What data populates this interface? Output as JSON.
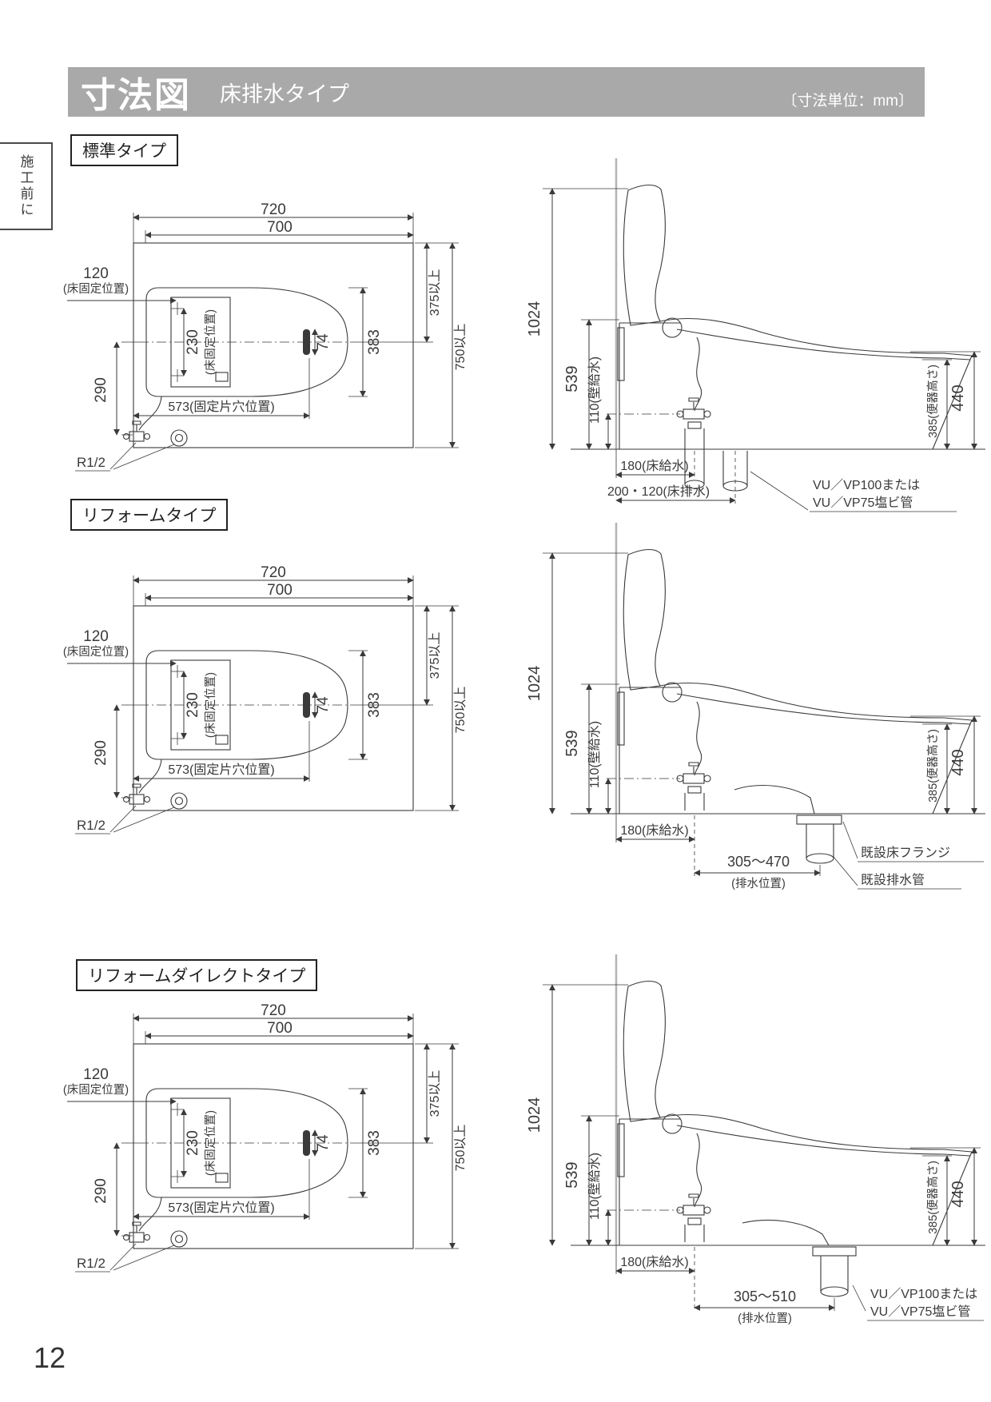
{
  "header": {
    "title": "寸法図",
    "subtitle": "床排水タイプ",
    "unit_note": "〔寸法単位：mm〕"
  },
  "side_tab": {
    "label": "施工前に"
  },
  "page_number": "12",
  "sections": [
    {
      "label": "標準タイプ",
      "plan": {
        "dim_outer_width": "720",
        "dim_inner_width": "700",
        "dim_floor_fix": "120",
        "dim_floor_fix_note": "(床固定位置)",
        "dim_center_fix": "230",
        "dim_center_fix_note": "(床固定位置)",
        "dim_drain_slot": "74",
        "dim_body_width": "383",
        "dim_side_offset": "290",
        "dim_fix_holes": "573(固定片穴位置)",
        "supply_thread": "R1/2",
        "dim_clearance_front": "375以上",
        "dim_clearance_total": "750以上"
      },
      "side": {
        "dim_total_height": "1024",
        "dim_body_height": "539",
        "dim_wall_supply": "110(壁給水)",
        "dim_floor_supply": "180(床給水)",
        "dim_floor_drain": "200・120(床排水)",
        "dim_bowl_height": "385(便器高さ)",
        "dim_seat_height": "440",
        "note_line1": "VU／VP100または",
        "note_line2": "VU／VP75塩ビ管"
      }
    },
    {
      "label": "リフォームタイプ",
      "plan": {
        "dim_outer_width": "720",
        "dim_inner_width": "700",
        "dim_floor_fix": "120",
        "dim_floor_fix_note": "(床固定位置)",
        "dim_center_fix": "230",
        "dim_center_fix_note": "(床固定位置)",
        "dim_drain_slot": "74",
        "dim_body_width": "383",
        "dim_side_offset": "290",
        "dim_fix_holes": "573(固定片穴位置)",
        "supply_thread": "R1/2",
        "dim_clearance_front": "375以上",
        "dim_clearance_total": "750以上"
      },
      "side": {
        "dim_total_height": "1024",
        "dim_body_height": "539",
        "dim_wall_supply": "110(壁給水)",
        "dim_floor_supply": "180(床給水)",
        "dim_drain_range": "305～470",
        "dim_drain_range_note": "(排水位置)",
        "dim_bowl_height": "385(便器高さ)",
        "dim_seat_height": "440",
        "note_line1": "既設床フランジ",
        "note_line2": "既設排水管"
      }
    },
    {
      "label": "リフォームダイレクトタイプ",
      "plan": {
        "dim_outer_width": "720",
        "dim_inner_width": "700",
        "dim_floor_fix": "120",
        "dim_floor_fix_note": "(床固定位置)",
        "dim_center_fix": "230",
        "dim_center_fix_note": "(床固定位置)",
        "dim_drain_slot": "74",
        "dim_body_width": "383",
        "dim_side_offset": "290",
        "dim_fix_holes": "573(固定片穴位置)",
        "supply_thread": "R1/2",
        "dim_clearance_front": "375以上",
        "dim_clearance_total": "750以上"
      },
      "side": {
        "dim_total_height": "1024",
        "dim_body_height": "539",
        "dim_wall_supply": "110(壁給水)",
        "dim_floor_supply": "180(床給水)",
        "dim_drain_range": "305～510",
        "dim_drain_range_note": "(排水位置)",
        "dim_bowl_height": "385(便器高さ)",
        "dim_seat_height": "440",
        "note_line1": "VU／VP100または",
        "note_line2": "VU／VP75塩ビ管"
      }
    }
  ]
}
